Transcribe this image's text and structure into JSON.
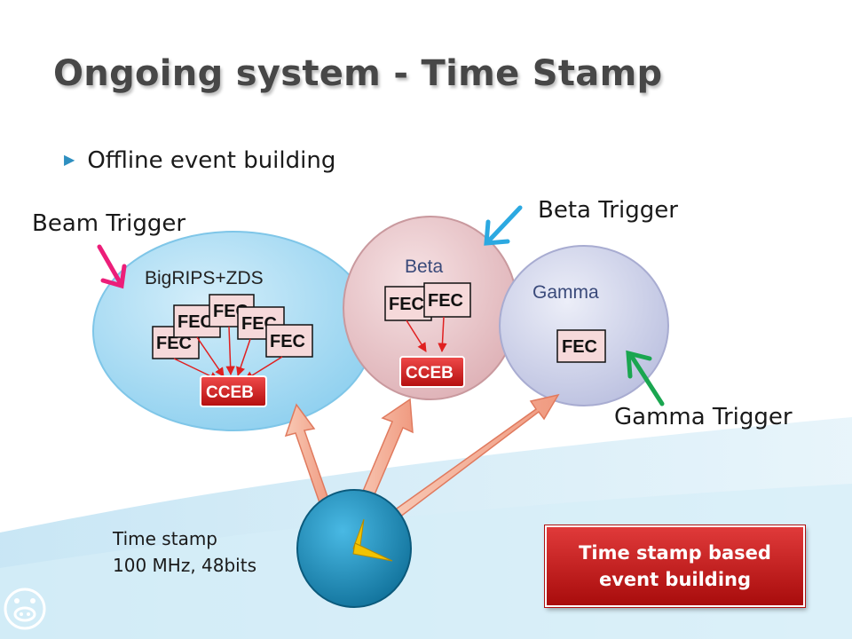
{
  "title": "Ongoing system - Time Stamp",
  "bullet": "Offline event building",
  "triggers": {
    "beam": "Beam Trigger",
    "beta": "Beta Trigger",
    "gamma": "Gamma Trigger"
  },
  "groups": {
    "bigrips": "BigRIPS+ZDS",
    "beta": "Beta",
    "gamma": "Gamma"
  },
  "fec_label": "FEC",
  "cceb_label": "CCEB",
  "timestamp": {
    "line1": "Time stamp",
    "line2": "100 MHz, 48bits"
  },
  "result_box": {
    "line1": "Time stamp based",
    "line2": "event building"
  },
  "colors": {
    "title": "#474747",
    "bigrips_fill": "#a9dcf3",
    "beta_fill": "#e9c9cc",
    "gamma_fill": "#d3d6eb",
    "cceb_fill": "#d81e1e",
    "beam_arrow": "#ec1e79",
    "beta_arrow": "#2ca9e1",
    "gamma_arrow": "#1aa650"
  },
  "icons": [
    "pig-logo-icon",
    "clock-icon",
    "bullet-triangle-icon"
  ]
}
